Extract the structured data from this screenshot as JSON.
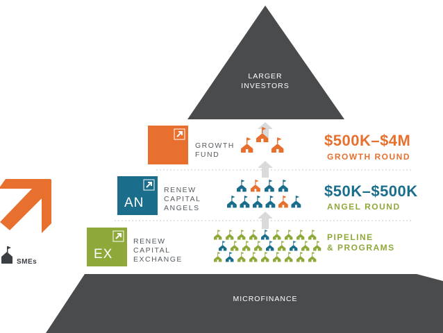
{
  "pyramid": {
    "top_label": "LARGER\nINVESTORS",
    "bottom_label": "MICROFINANCE"
  },
  "tiers": [
    {
      "key": "growth",
      "label": "GROWTH\nFUND",
      "code": "",
      "color": "#e8702e",
      "amount": "$500K–$4M",
      "round": "GROWTH ROUND",
      "amount_color": "#e8702e"
    },
    {
      "key": "angels",
      "label": "RENEW\nCAPITAL\nANGELS",
      "code": "AN",
      "color": "#1a6e8c",
      "amount": "$50K–$500K",
      "round": "ANGEL ROUND",
      "amount_color": "#1a6e8c",
      "round_color": "#8ea93a"
    },
    {
      "key": "exchange",
      "label": "RENEW\nCAPITAL\nEXCHANGE",
      "code": "EX",
      "color": "#8ea93a",
      "pipeline": "PIPELINE\n& PROGRAMS"
    }
  ],
  "legend": {
    "smes_label": "SMEs"
  },
  "colors": {
    "dark": "#4a4b4d",
    "orange": "#e8702e",
    "teal": "#1a6e8c",
    "green": "#8ea93a",
    "arrow": "#d9dadb"
  },
  "icons": [
    "arrow-up-right-icon",
    "house-flag-icon",
    "up-arrow-icon"
  ]
}
